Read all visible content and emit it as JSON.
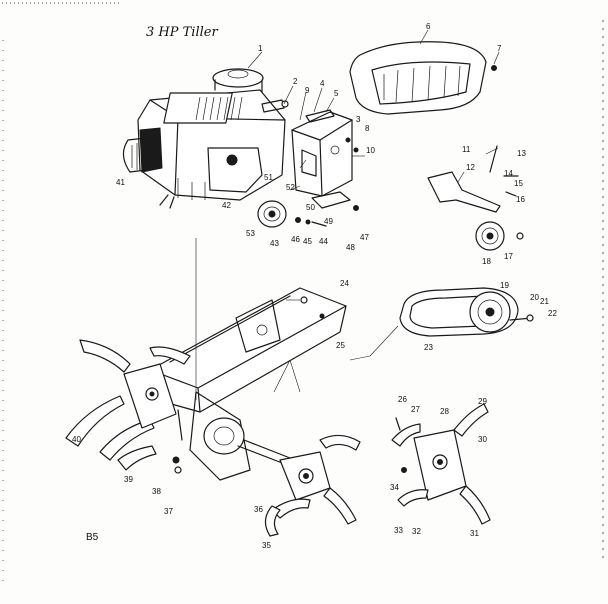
{
  "title": "3 HP Tiller",
  "page_number": "B5",
  "callouts": [
    {
      "id": "c1",
      "text": "1"
    },
    {
      "id": "c2",
      "text": "2"
    },
    {
      "id": "c3",
      "text": "3"
    },
    {
      "id": "c4",
      "text": "4"
    },
    {
      "id": "c5",
      "text": "5"
    },
    {
      "id": "c6",
      "text": "6"
    },
    {
      "id": "c7",
      "text": "7"
    },
    {
      "id": "c8",
      "text": "8"
    },
    {
      "id": "c9",
      "text": "9"
    },
    {
      "id": "c10",
      "text": "10"
    },
    {
      "id": "c11",
      "text": "11"
    },
    {
      "id": "c12",
      "text": "12"
    },
    {
      "id": "c13",
      "text": "13"
    },
    {
      "id": "c14",
      "text": "14"
    },
    {
      "id": "c15",
      "text": "15"
    },
    {
      "id": "c16",
      "text": "16"
    },
    {
      "id": "c17",
      "text": "17"
    },
    {
      "id": "c18",
      "text": "18"
    },
    {
      "id": "c19",
      "text": "19"
    },
    {
      "id": "c20",
      "text": "20"
    },
    {
      "id": "c21",
      "text": "21"
    },
    {
      "id": "c22",
      "text": "22"
    },
    {
      "id": "c23",
      "text": "23"
    },
    {
      "id": "c24",
      "text": "24"
    },
    {
      "id": "c25",
      "text": "25"
    },
    {
      "id": "c26",
      "text": "26"
    },
    {
      "id": "c27",
      "text": "27"
    },
    {
      "id": "c28",
      "text": "28"
    },
    {
      "id": "c29",
      "text": "29"
    },
    {
      "id": "c30",
      "text": "30"
    },
    {
      "id": "c31",
      "text": "31"
    },
    {
      "id": "c32",
      "text": "32"
    },
    {
      "id": "c33",
      "text": "33"
    },
    {
      "id": "c34",
      "text": "34"
    },
    {
      "id": "c35",
      "text": "35"
    },
    {
      "id": "c36",
      "text": "36"
    },
    {
      "id": "c37",
      "text": "37"
    },
    {
      "id": "c38",
      "text": "38"
    },
    {
      "id": "c39",
      "text": "39"
    },
    {
      "id": "c40",
      "text": "40"
    },
    {
      "id": "c41",
      "text": "41"
    },
    {
      "id": "c42",
      "text": "42"
    },
    {
      "id": "c43",
      "text": "43"
    },
    {
      "id": "c44",
      "text": "44"
    },
    {
      "id": "c45",
      "text": "45"
    },
    {
      "id": "c46",
      "text": "46"
    },
    {
      "id": "c47",
      "text": "47"
    },
    {
      "id": "c48",
      "text": "48"
    },
    {
      "id": "c49",
      "text": "49"
    },
    {
      "id": "c50",
      "text": "50"
    },
    {
      "id": "c51",
      "text": "51"
    },
    {
      "id": "c52",
      "text": "52"
    },
    {
      "id": "c53",
      "text": "53"
    }
  ]
}
